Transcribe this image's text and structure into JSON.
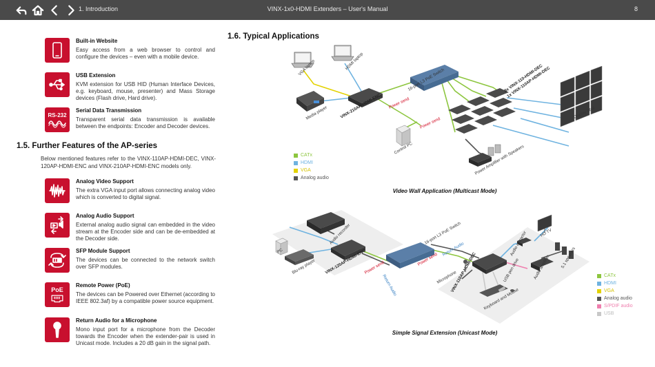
{
  "header": {
    "chapter": "1. Introduction",
    "title": "VINX-1x0-HDMI Extenders – User's Manual",
    "page": "8"
  },
  "features_top": [
    {
      "title": "Built-in Website",
      "text": "Easy access from a web browser to control and configure the devices – even with a mobile device.",
      "icon": "smartphone-icon"
    },
    {
      "title": "USB Extension",
      "text": "KVM extension for USB HID (Human Interface Devices, e.g. keyboard, mouse, presenter) and Mass Storage devices (Flash drive, Hard drive).",
      "icon": "usb-icon"
    },
    {
      "title": "Serial Data Transmission",
      "text": "Transparent serial data transmission is available between the endpoints: Encoder and Decoder devices.",
      "icon": "rs232-icon",
      "icon_text": "RS-232"
    }
  ],
  "section_further": {
    "title": "1.5. Further Features of the AP-series",
    "intro": "Below mentioned features refer to the VINX-110AP-HDMI-DEC, VINX-120AP-HDMI-ENC and VINX-210AP-HDMI-ENC models only."
  },
  "features_ap": [
    {
      "title": "Analog Video Support",
      "text": "The extra VGA input port allows connecting analog video which is converted to digital signal.",
      "icon": "analog-video-icon"
    },
    {
      "title": "Analog Audio Support",
      "text": "External analog audio signal can embedded in the video stream at the Encoder side and can be de-embedded at the Decoder side.",
      "icon": "analog-audio-icon"
    },
    {
      "title": "SFP Module Support",
      "text": "The devices can be connected to the network switch over SFP modules.",
      "icon": "sfp-icon"
    },
    {
      "title": "Remote Power (PoE)",
      "text": "The devices can be Powered over Ethernet (according to IEEE 802.3af) by a compatible power source equipment.",
      "icon": "poe-icon",
      "icon_text": "PoE"
    },
    {
      "title": "Return Audio for a Microphone",
      "text": "Mono input port for a microphone from the Decoder towards the Encoder when the extender-pair is used in Unicast mode. Includes a 20 dB gain in the signal path.",
      "icon": "microphone-icon"
    }
  ],
  "section_typical": {
    "title": "1.6. Typical Applications"
  },
  "diagram1": {
    "caption": "Video Wall Application (Multicast Mode)",
    "labels": {
      "vga_laptop": "VGA laptop",
      "hdmi_laptop": "HDMI laptop",
      "media_player": "Media player",
      "encoder": "VINX-210AP-HDMI-ENC",
      "switch": "16-port L3 PoE Switch",
      "power_send_1": "Power send",
      "power_send_2": "Power send",
      "control_pc": "Control PC",
      "decoders_a": "8x VINX-110-HDMI-DEC",
      "decoders_b": "1x VINX-110AP-HDMI-DEC",
      "display_wall": "Display Wall",
      "power_amp": "Power Amplifier with Speakers"
    },
    "legend": [
      {
        "label": "CATx",
        "color": "#8dc63f"
      },
      {
        "label": "HDMI",
        "color": "#6fb3e0"
      },
      {
        "label": "VGA",
        "color": "#e3d200"
      },
      {
        "label": "Analog audio",
        "color": "#555555"
      }
    ]
  },
  "diagram2": {
    "caption": "Simple Signal Extension (Unicast Mode)",
    "labels": {
      "audio_recorder": "Audio recorder",
      "pc": "PC",
      "bluray": "Blu-ray player",
      "encoder": "VINX-120AP-HDMI-ENC",
      "power_send_1": "Power send",
      "return_audio_1": "Return Audio",
      "switch": "16-port L3 PoE Switch",
      "power_send_2": "Power send",
      "return_audio_2": "Return Audio",
      "hd_tv": "HD TV",
      "audio_extractor": "Audio extractor",
      "speakers": "5.1 speakers",
      "audio_amp": "Audio amplifier",
      "microphone": "Microphone",
      "decoder": "VINX-110AP-HDMI-DEC",
      "usb_drive": "USB pen drive",
      "keyboard": "Keyboard and Mouse"
    },
    "legend": [
      {
        "label": "CATx",
        "color": "#8dc63f"
      },
      {
        "label": "HDMI",
        "color": "#6fb3e0"
      },
      {
        "label": "VGA",
        "color": "#e3d200"
      },
      {
        "label": "Analog audio",
        "color": "#555555"
      },
      {
        "label": "S/PDIF audio",
        "color": "#ef7fae"
      },
      {
        "label": "USB",
        "color": "#c8c8c8"
      }
    ]
  }
}
